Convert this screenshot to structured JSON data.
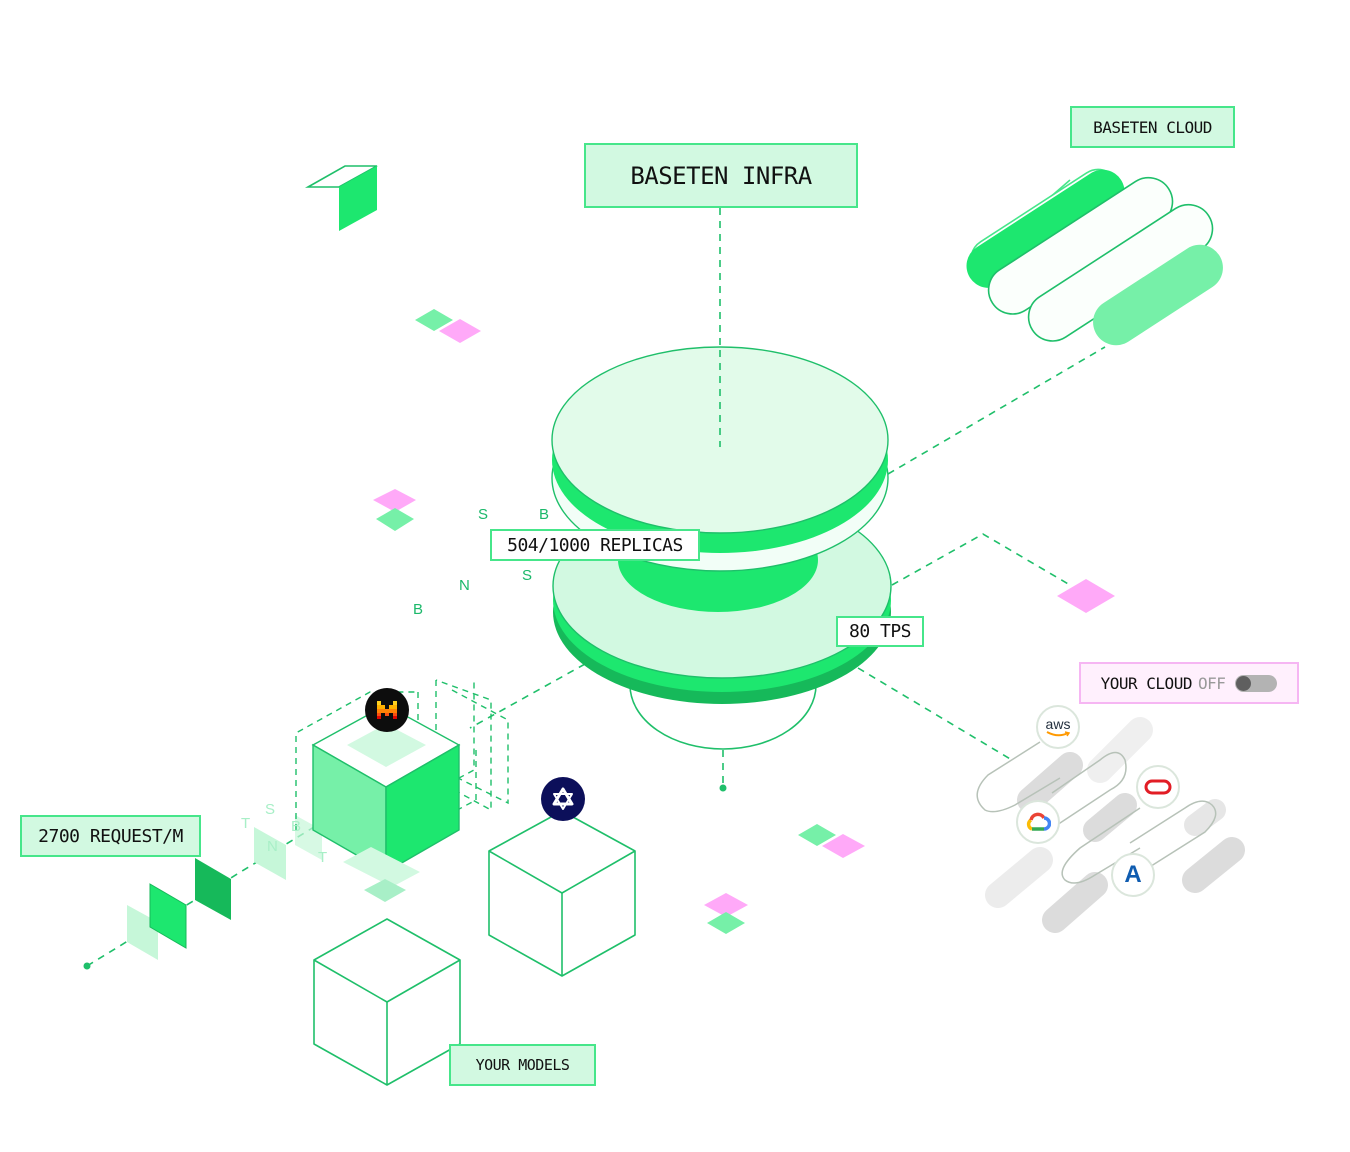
{
  "labels": {
    "infra": "BASETEN INFRA",
    "cloud": "BASETEN CLOUD",
    "replicas": "504/1000 REPLICAS",
    "tps": "80 TPS",
    "requests": "2700 REQUEST/M",
    "your_models": "YOUR MODELS",
    "your_cloud": "YOUR CLOUD",
    "your_cloud_state": "OFF"
  },
  "metrics": {
    "replicas_current": 504,
    "replicas_max": 1000,
    "tokens_per_second": 80,
    "requests_per_minute": 2700
  },
  "your_cloud_toggle": {
    "enabled": false
  },
  "floating_letters": {
    "top": [
      "S",
      "B",
      "N",
      "S",
      "B"
    ],
    "bottom": [
      "S",
      "T",
      "B",
      "N",
      "T"
    ]
  },
  "cloud_providers": [
    {
      "name": "aws",
      "icon": "aws-logo-icon",
      "text": "aws"
    },
    {
      "name": "google-cloud",
      "icon": "google-cloud-logo-icon"
    },
    {
      "name": "oracle",
      "icon": "oracle-logo-icon"
    },
    {
      "name": "azure",
      "icon": "azure-logo-icon",
      "text": "A"
    }
  ],
  "model_badges": [
    {
      "name": "mistral",
      "icon": "mistral-logo-icon"
    },
    {
      "name": "qwen",
      "icon": "qwen-logo-icon"
    }
  ],
  "colors": {
    "accent": "#1de76f",
    "accent_dark": "#16b95a",
    "accent_light": "#76f0a8",
    "pale_green": "#d2f9e1",
    "line_green": "#1fbf6a",
    "pink": "#ffa9f8",
    "navy": "#0c0f5a"
  }
}
